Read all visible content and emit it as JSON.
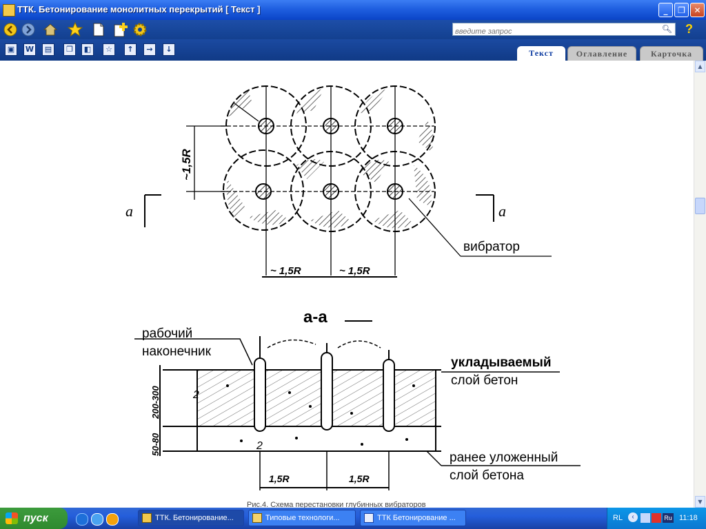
{
  "window": {
    "title": "ТТК. Бетонирование монолитных перекрытий [ Текст ]",
    "controls": {
      "minimize": "_",
      "maximize": "❐",
      "close": "✕"
    }
  },
  "toolbar": {
    "search_placeholder": "введите запрос",
    "help_label": "?"
  },
  "tabs": [
    {
      "label": "Текст",
      "active": true
    },
    {
      "label": "Оглавление",
      "active": false
    },
    {
      "label": "Карточка",
      "active": false
    }
  ],
  "diagram": {
    "labels": {
      "radius": "~1,5R",
      "section_left": "a",
      "section_right": "a",
      "vibrator": "вибратор",
      "spacing_1": "~ 1,5R",
      "spacing_2": "~ 1,5R",
      "section_title": "а-а",
      "tip_line1": "рабочий",
      "tip_line2": "наконечник",
      "layer_new_line1": "укладываемый",
      "layer_new_line2": "слой бетон",
      "layer_old_line1": "ранее уложенный",
      "layer_old_line2": "слой бетона",
      "depth_1": "200-300",
      "depth_2": "50-80",
      "bottom_spacing_1": "1,5R",
      "bottom_spacing_2": "1,5R",
      "mark_2a": "2",
      "mark_2b": "2"
    },
    "caption": "Рис.4. Схема перестановки глубинных вибраторов"
  },
  "taskbar": {
    "start_label": "пуск",
    "tasks": [
      {
        "label": "ТТК. Бетонирование...",
        "active": true
      },
      {
        "label": "Типовые технологи...",
        "active": false
      },
      {
        "label": "ТТК Бетонирование ...",
        "active": false
      }
    ],
    "tray": {
      "lang": "RL",
      "ime": "Ru",
      "time": "11:18"
    }
  }
}
